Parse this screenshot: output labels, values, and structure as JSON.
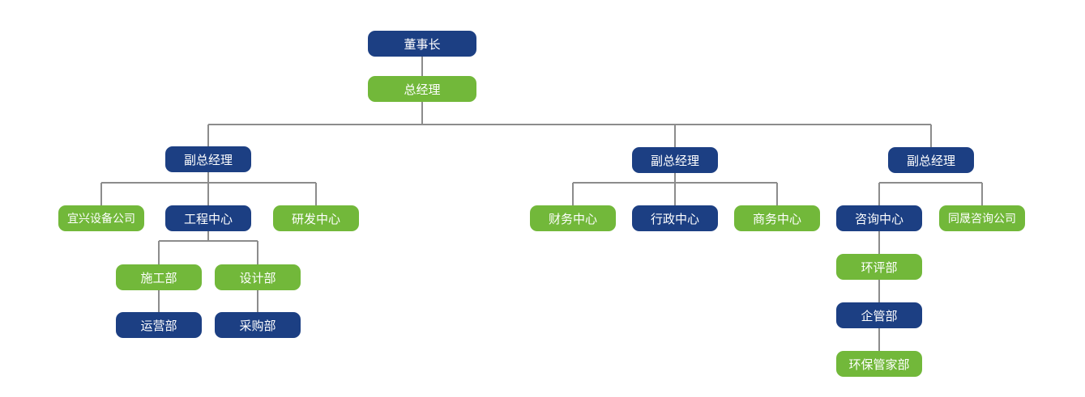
{
  "colors": {
    "navy": "#1c3f83",
    "green": "#72b83a",
    "line": "#8c8c8c"
  },
  "org": {
    "chairman": "董事长",
    "general_manager": "总经理",
    "vp_left": "副总经理",
    "vp_middle": "副总经理",
    "vp_right": "副总经理",
    "yixing_equipment": "宜兴设备公司",
    "engineering_center": "工程中心",
    "rd_center": "研发中心",
    "construction_dept": "施工部",
    "design_dept": "设计部",
    "operations_dept": "运营部",
    "procurement_dept": "采购部",
    "finance_center": "财务中心",
    "admin_center": "行政中心",
    "business_center": "商务中心",
    "consulting_center": "咨询中心",
    "tongsheng_consulting": "同晟咨询公司",
    "eia_dept": "环评部",
    "enterprise_mgmt_dept": "企管部",
    "env_steward_dept": "环保管家部"
  }
}
